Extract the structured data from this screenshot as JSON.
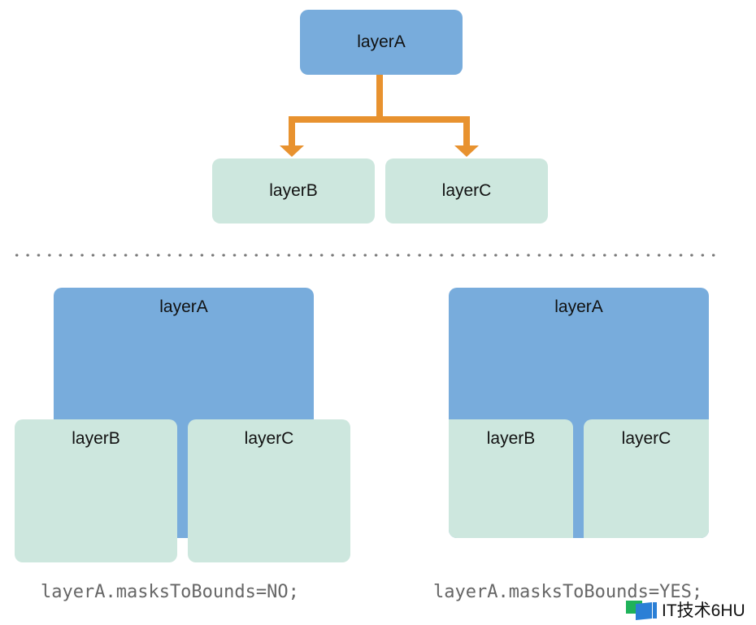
{
  "tree": {
    "parent": "layerA",
    "children": [
      "layerB",
      "layerC"
    ]
  },
  "left_example": {
    "parent": "layerA",
    "children": [
      "layerB",
      "layerC"
    ],
    "caption": "layerA.masksToBounds=NO;"
  },
  "right_example": {
    "parent": "layerA",
    "children": [
      "layerB",
      "layerC"
    ],
    "caption": "layerA.masksToBounds=YES;"
  },
  "watermark": "IT技术6HU",
  "colors": {
    "parent": "#78acdc",
    "child": "#cde7de",
    "arrow": "#e8922f"
  }
}
